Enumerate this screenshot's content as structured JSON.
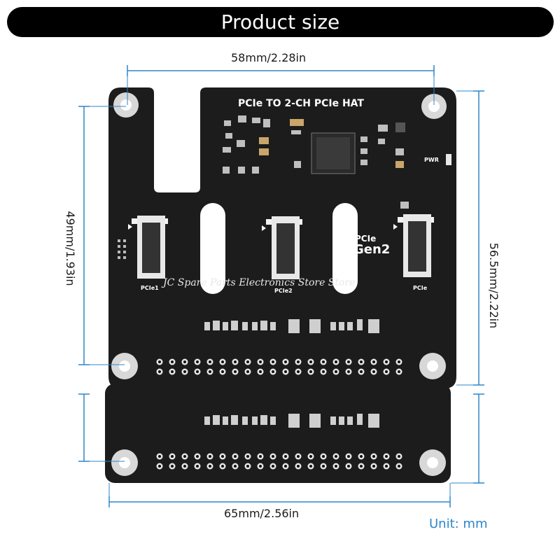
{
  "banner": {
    "title": "Product size"
  },
  "dimensions": {
    "top_width": "58mm/2.28in",
    "bottom_width": "65mm/2.56in",
    "left_height": "49mm/1.93in",
    "right_height": "56.5mm/2.22in"
  },
  "unit_label": "Unit: mm",
  "board": {
    "title": "PCIe TO 2-CH PCIe HAT",
    "pwr_label": "PWR",
    "gen_logo_small": "PCIe",
    "gen_logo_big": "Gen2",
    "connector_labels": [
      "PCIe1",
      "PCIe2",
      "PCIe"
    ]
  },
  "watermark": "JC Spare Parts Electronics Store Store",
  "colors": {
    "dimension_line": "#2e86c9",
    "board": "#1c1c1c",
    "banner": "#000000",
    "unit_text": "#2e86c9"
  }
}
